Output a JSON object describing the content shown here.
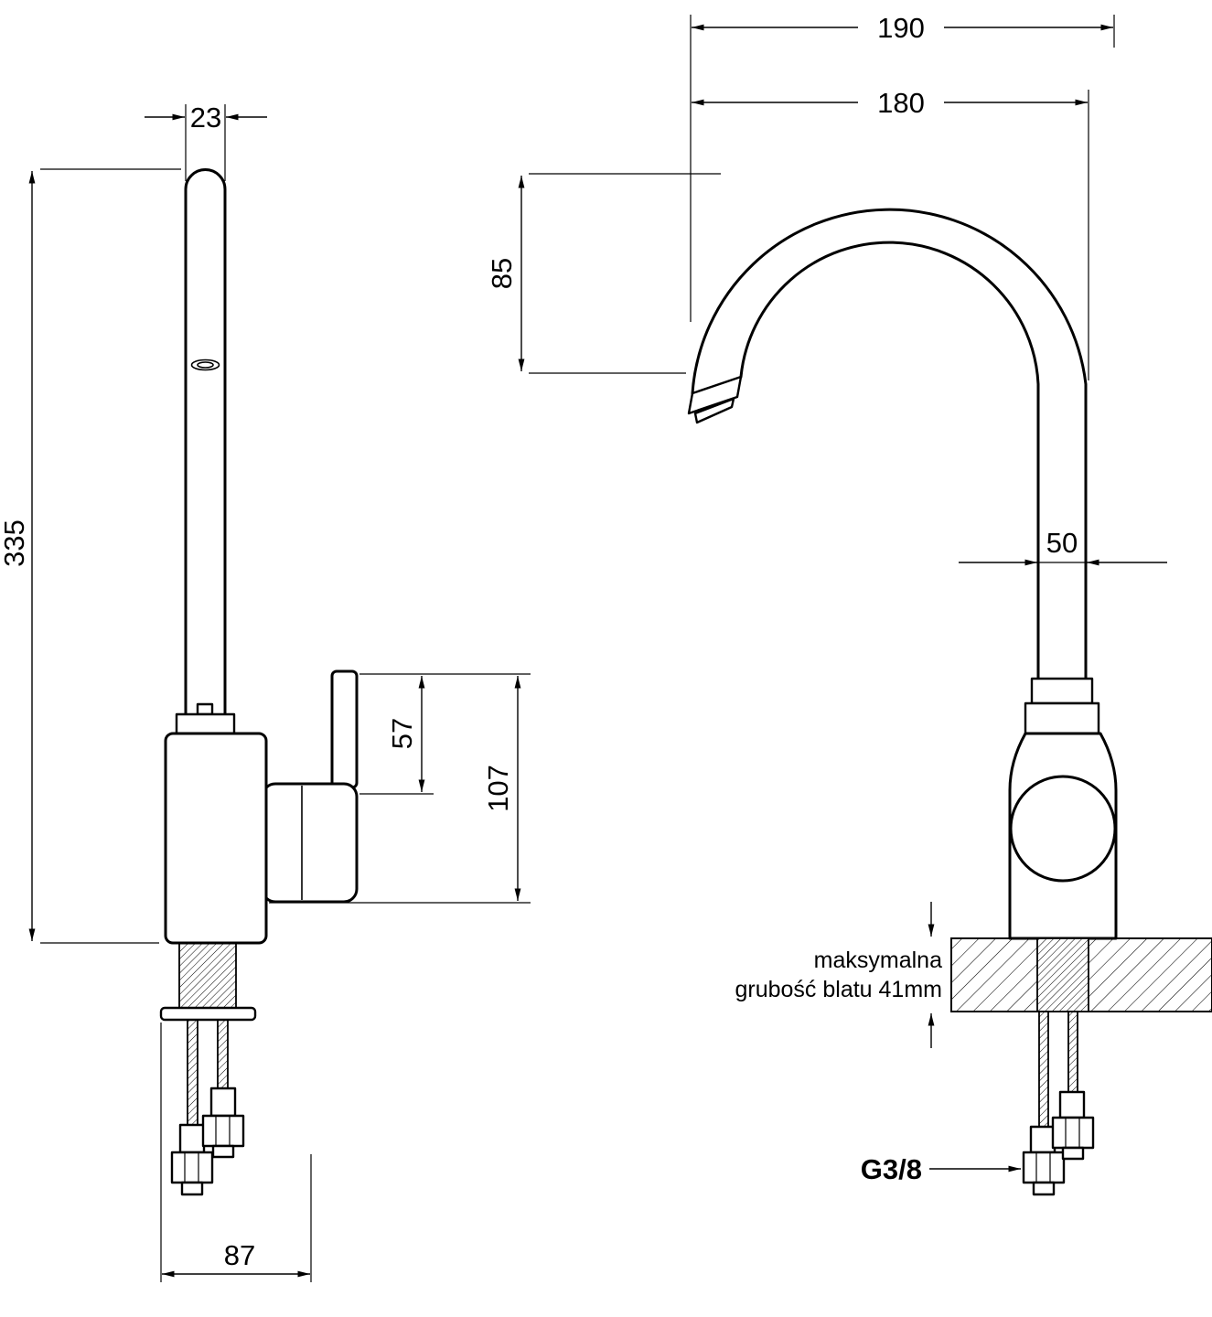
{
  "drawing": {
    "background": "#ffffff",
    "stroke_color": "#000000",
    "subject": "kitchen-faucet-technical-drawing"
  },
  "dimensions": {
    "spout_tube_width": "23",
    "total_height": "335",
    "lever_height": "57",
    "body_height": "107",
    "base_width": "87",
    "overall_reach": "190",
    "spout_reach": "180",
    "spout_height": "85",
    "column_width": "50"
  },
  "annotations": {
    "worktop_note_line1": "maksymalna",
    "worktop_note_line2": "grubość blatu 41mm",
    "thread_size": "G3/8"
  }
}
